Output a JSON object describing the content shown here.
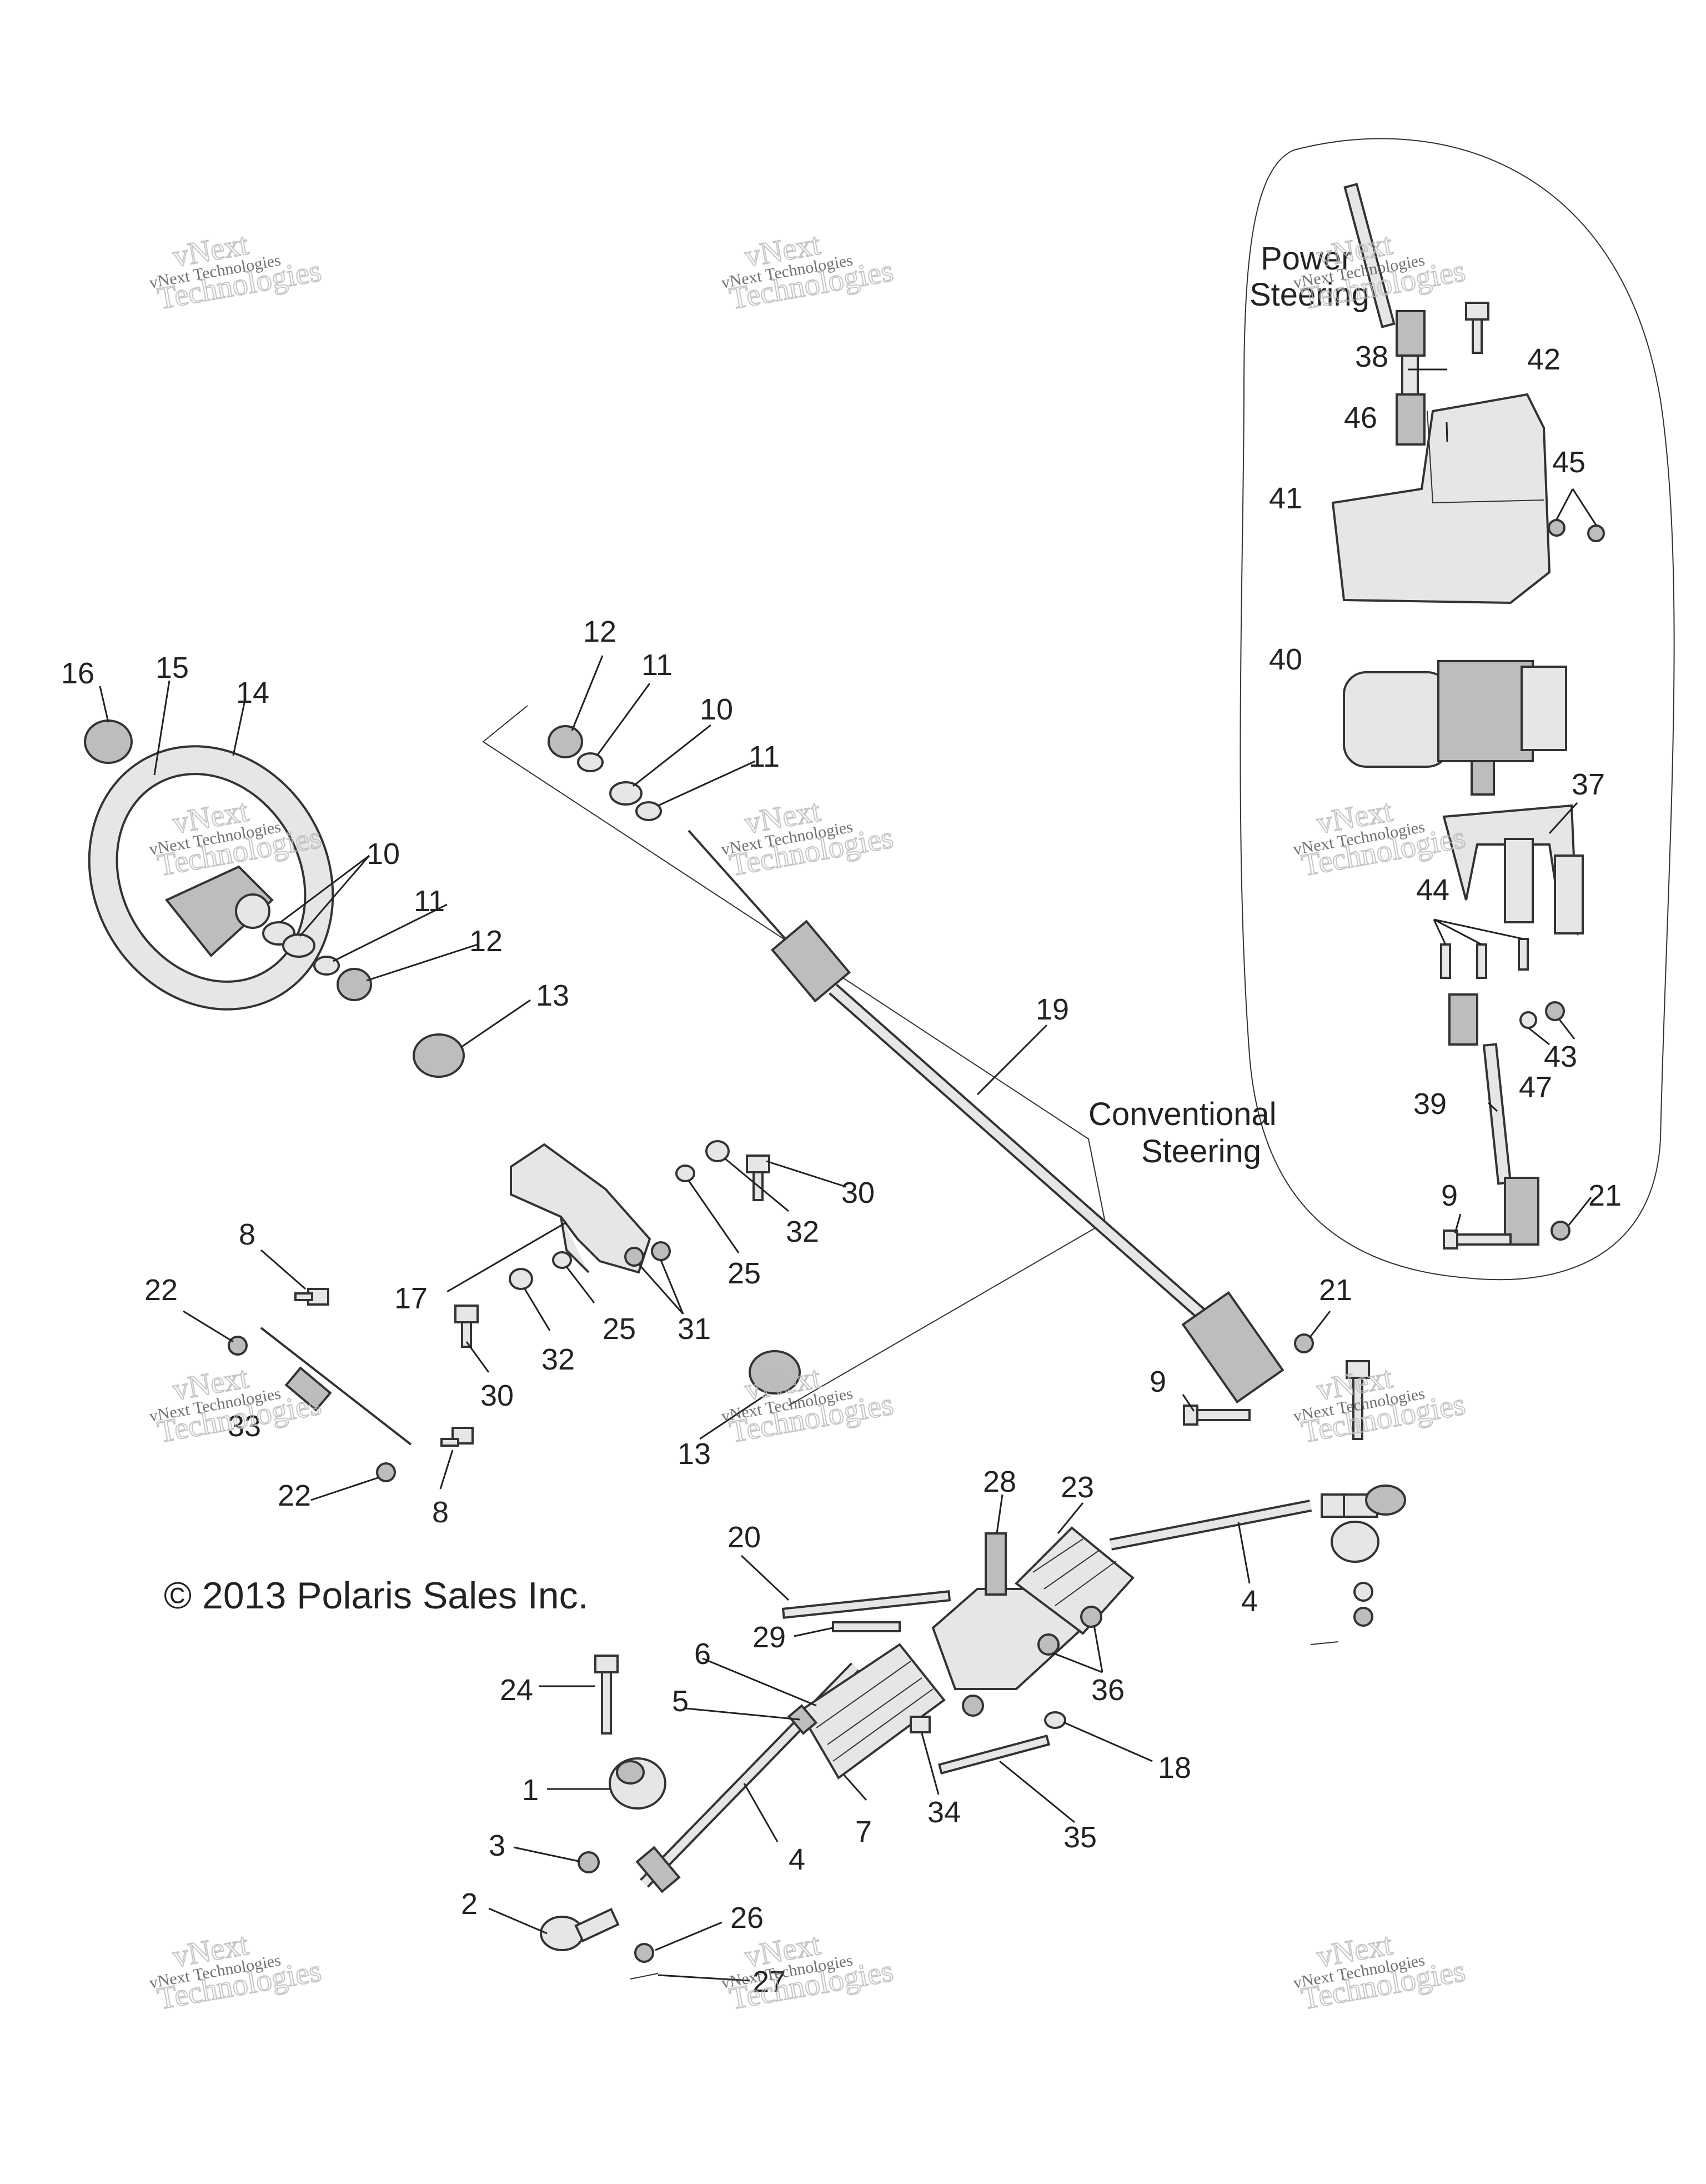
{
  "copyright": "© 2013 Polaris Sales Inc.",
  "sections": {
    "power_steering": [
      "Power",
      "Steering"
    ],
    "conventional_steering": [
      "Conventional",
      "Steering"
    ]
  },
  "watermark": {
    "line1": "vNext Technologies",
    "line2": "Technologies",
    "top": "vNext"
  },
  "callouts": [
    {
      "id": "c38",
      "label": "38"
    },
    {
      "id": "c42",
      "label": "42"
    },
    {
      "id": "c46",
      "label": "46"
    },
    {
      "id": "c45",
      "label": "45"
    },
    {
      "id": "c41",
      "label": "41"
    },
    {
      "id": "c40",
      "label": "40"
    },
    {
      "id": "c37",
      "label": "37"
    },
    {
      "id": "c44",
      "label": "44"
    },
    {
      "id": "c43",
      "label": "43"
    },
    {
      "id": "c47",
      "label": "47"
    },
    {
      "id": "c39",
      "label": "39"
    },
    {
      "id": "c9a",
      "label": "9"
    },
    {
      "id": "c21a",
      "label": "21"
    },
    {
      "id": "c12a",
      "label": "12"
    },
    {
      "id": "c11a",
      "label": "11"
    },
    {
      "id": "c10a",
      "label": "10"
    },
    {
      "id": "c11b",
      "label": "11"
    },
    {
      "id": "c16",
      "label": "16"
    },
    {
      "id": "c15",
      "label": "15"
    },
    {
      "id": "c14",
      "label": "14"
    },
    {
      "id": "c10b",
      "label": "10"
    },
    {
      "id": "c11c",
      "label": "11"
    },
    {
      "id": "c12b",
      "label": "12"
    },
    {
      "id": "c13a",
      "label": "13"
    },
    {
      "id": "c19",
      "label": "19"
    },
    {
      "id": "c30a",
      "label": "30"
    },
    {
      "id": "c32a",
      "label": "32"
    },
    {
      "id": "c25a",
      "label": "25"
    },
    {
      "id": "c8a",
      "label": "8"
    },
    {
      "id": "c22a",
      "label": "22"
    },
    {
      "id": "c17",
      "label": "17"
    },
    {
      "id": "c25b",
      "label": "25"
    },
    {
      "id": "c31",
      "label": "31"
    },
    {
      "id": "c32b",
      "label": "32"
    },
    {
      "id": "c30b",
      "label": "30"
    },
    {
      "id": "c33",
      "label": "33"
    },
    {
      "id": "c13b",
      "label": "13"
    },
    {
      "id": "c22b",
      "label": "22"
    },
    {
      "id": "c8b",
      "label": "8"
    },
    {
      "id": "c21b",
      "label": "21"
    },
    {
      "id": "c9b",
      "label": "9"
    },
    {
      "id": "c28",
      "label": "28"
    },
    {
      "id": "c23",
      "label": "23"
    },
    {
      "id": "c20",
      "label": "20"
    },
    {
      "id": "c4a",
      "label": "4"
    },
    {
      "id": "c29",
      "label": "29"
    },
    {
      "id": "c6",
      "label": "6"
    },
    {
      "id": "c36",
      "label": "36"
    },
    {
      "id": "c24",
      "label": "24"
    },
    {
      "id": "c5",
      "label": "5"
    },
    {
      "id": "c18",
      "label": "18"
    },
    {
      "id": "c1",
      "label": "1"
    },
    {
      "id": "c34",
      "label": "34"
    },
    {
      "id": "c35",
      "label": "35"
    },
    {
      "id": "c3",
      "label": "3"
    },
    {
      "id": "c4b",
      "label": "4"
    },
    {
      "id": "c7",
      "label": "7"
    },
    {
      "id": "c2",
      "label": "2"
    },
    {
      "id": "c26",
      "label": "26"
    },
    {
      "id": "c27",
      "label": "27"
    }
  ]
}
